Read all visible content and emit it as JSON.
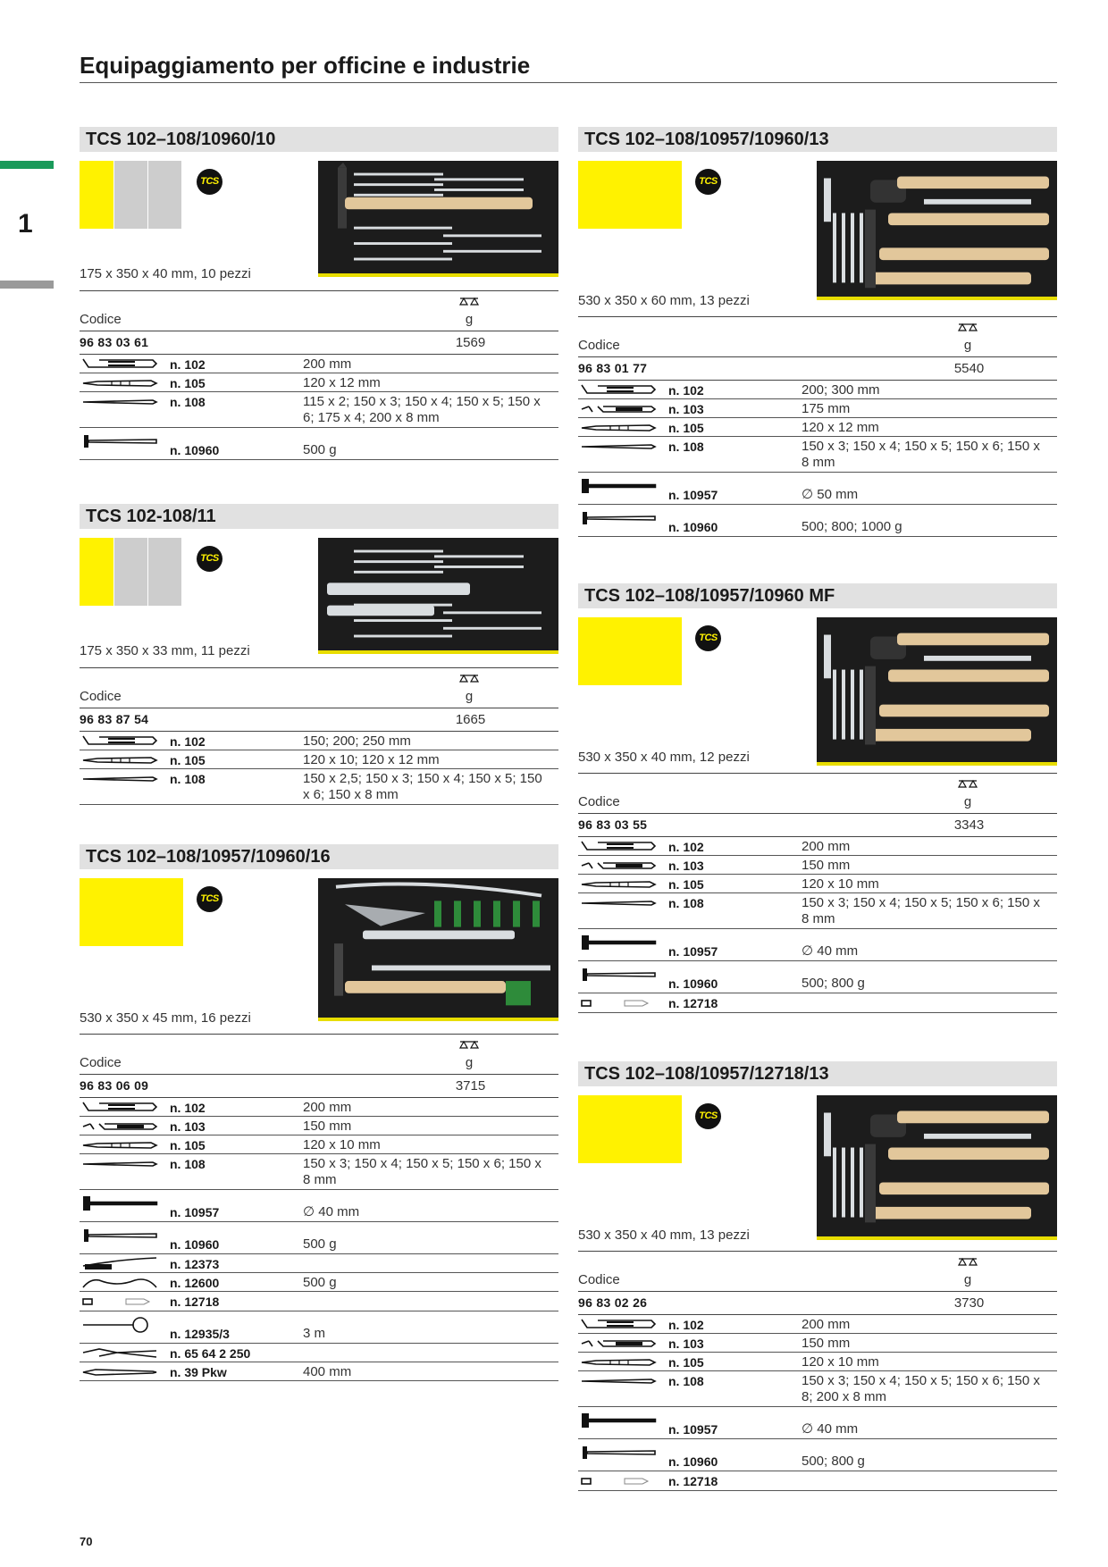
{
  "page": {
    "title": "Equipaggiamento per officine e industrie",
    "chapter": "1",
    "page_number": "70"
  },
  "labels": {
    "codice": "Codice",
    "weight_unit": "g",
    "tcs_logo": "TCS"
  },
  "sections": [
    {
      "title": "TCS 102–108/10960/10",
      "spec": "175 x 350 x 40 mm, 10 pezzi",
      "code": "96 83 03 61",
      "weight": "1569",
      "items": [
        {
          "icon": "pin-punch-icon",
          "n": "n. 102",
          "dim": "200 mm"
        },
        {
          "icon": "centre-punch-icon",
          "n": "n. 105",
          "dim": "120 x 12 mm"
        },
        {
          "icon": "pin-punch-thin-icon",
          "n": "n. 108",
          "dim": "115 x 2; 150 x 3; 150 x 4; 150 x 5; 150 x 6; 175 x 4; 200 x 8 mm"
        },
        {
          "icon": "hammer-icon",
          "n": "n. 10960",
          "dim": "500 g"
        }
      ]
    },
    {
      "title": "TCS 102-108/11",
      "spec": "175 x 350 x 33 mm, 11 pezzi",
      "code": "96 83 87 54",
      "weight": "1665",
      "items": [
        {
          "icon": "pin-punch-icon",
          "n": "n. 102",
          "dim": "150; 200; 250 mm"
        },
        {
          "icon": "centre-punch-icon",
          "n": "n. 105",
          "dim": "120 x 10; 120 x 12 mm"
        },
        {
          "icon": "pin-punch-thin-icon",
          "n": "n. 108",
          "dim": "150 x 2,5; 150 x 3; 150 x 4; 150 x 5; 150 x 6; 150 x 8 mm"
        }
      ]
    },
    {
      "title": "TCS 102–108/10957/10960/16",
      "spec": "530 x 350 x 45 mm, 16 pezzi",
      "code": "96 83 06 09",
      "weight": "3715",
      "items": [
        {
          "icon": "pin-punch-icon",
          "n": "n. 102",
          "dim": "200 mm"
        },
        {
          "icon": "chisel-icon",
          "n": "n. 103",
          "dim": "150 mm"
        },
        {
          "icon": "centre-punch-icon",
          "n": "n. 105",
          "dim": "120 x 10 mm"
        },
        {
          "icon": "pin-punch-thin-icon",
          "n": "n. 108",
          "dim": "150 x 3; 150 x 4; 150 x 5; 150 x 6; 150 x 8 mm"
        },
        {
          "icon": "mallet-icon",
          "n": "n. 10957",
          "dim": "∅ 40 mm"
        },
        {
          "icon": "hammer-icon",
          "n": "n. 10960",
          "dim": "500 g"
        },
        {
          "icon": "wire-brush-icon",
          "n": "n. 12373",
          "dim": ""
        },
        {
          "icon": "crowbar-icon",
          "n": "n. 12600",
          "dim": "500 g"
        },
        {
          "icon": "pencil-icon",
          "n": "n. 12718",
          "dim": ""
        },
        {
          "icon": "tape-measure-icon",
          "n": "n. 12935/3",
          "dim": "3 m"
        },
        {
          "icon": "locking-pliers-icon",
          "n": "n. 65 64 2 250",
          "dim": ""
        },
        {
          "icon": "chisel-long-icon",
          "n": "n. 39 Pkw",
          "dim": "400 mm"
        }
      ]
    },
    {
      "title": "TCS 102–108/10957/10960/13",
      "spec": "530 x 350 x 60 mm, 13 pezzi",
      "code": "96 83 01 77",
      "weight": "5540",
      "items": [
        {
          "icon": "pin-punch-icon",
          "n": "n. 102",
          "dim": "200; 300 mm"
        },
        {
          "icon": "chisel-icon",
          "n": "n. 103",
          "dim": "175 mm"
        },
        {
          "icon": "centre-punch-icon",
          "n": "n. 105",
          "dim": "120 x 12 mm"
        },
        {
          "icon": "pin-punch-thin-icon",
          "n": "n. 108",
          "dim": "150 x 3; 150 x 4; 150 x 5; 150 x 6; 150 x 8 mm"
        },
        {
          "icon": "mallet-icon",
          "n": "n. 10957",
          "dim": "∅ 50 mm"
        },
        {
          "icon": "hammer-icon",
          "n": "n. 10960",
          "dim": "500; 800; 1000 g"
        }
      ]
    },
    {
      "title": "TCS 102–108/10957/10960 MF",
      "spec": "530 x 350 x 40 mm, 12 pezzi",
      "code": "96 83 03 55",
      "weight": "3343",
      "items": [
        {
          "icon": "pin-punch-icon",
          "n": "n. 102",
          "dim": "200 mm"
        },
        {
          "icon": "chisel-icon",
          "n": "n. 103",
          "dim": "150 mm"
        },
        {
          "icon": "centre-punch-icon",
          "n": "n. 105",
          "dim": "120 x 10 mm"
        },
        {
          "icon": "pin-punch-thin-icon",
          "n": "n. 108",
          "dim": "150 x 3; 150 x 4; 150 x 5; 150 x 6; 150 x 8 mm"
        },
        {
          "icon": "mallet-icon",
          "n": "n. 10957",
          "dim": "∅ 40 mm"
        },
        {
          "icon": "hammer-icon",
          "n": "n. 10960",
          "dim": "500; 800 g"
        },
        {
          "icon": "pencil-icon",
          "n": "n. 12718",
          "dim": ""
        }
      ]
    },
    {
      "title": "TCS 102–108/10957/12718/13",
      "spec": "530 x 350 x 40 mm, 13 pezzi",
      "code": "96 83 02 26",
      "weight": "3730",
      "items": [
        {
          "icon": "pin-punch-icon",
          "n": "n. 102",
          "dim": "200 mm"
        },
        {
          "icon": "chisel-icon",
          "n": "n. 103",
          "dim": "150 mm"
        },
        {
          "icon": "centre-punch-icon",
          "n": "n. 105",
          "dim": "120 x 10 mm"
        },
        {
          "icon": "pin-punch-thin-icon",
          "n": "n. 108",
          "dim": "150 x 3; 150 x 4; 150 x 5; 150 x 6; 150 x 8; 200 x 8 mm"
        },
        {
          "icon": "mallet-icon",
          "n": "n. 10957",
          "dim": "∅ 40 mm"
        },
        {
          "icon": "hammer-icon",
          "n": "n. 10960",
          "dim": "500; 800 g"
        },
        {
          "icon": "pencil-icon",
          "n": "n. 12718",
          "dim": ""
        }
      ]
    }
  ]
}
